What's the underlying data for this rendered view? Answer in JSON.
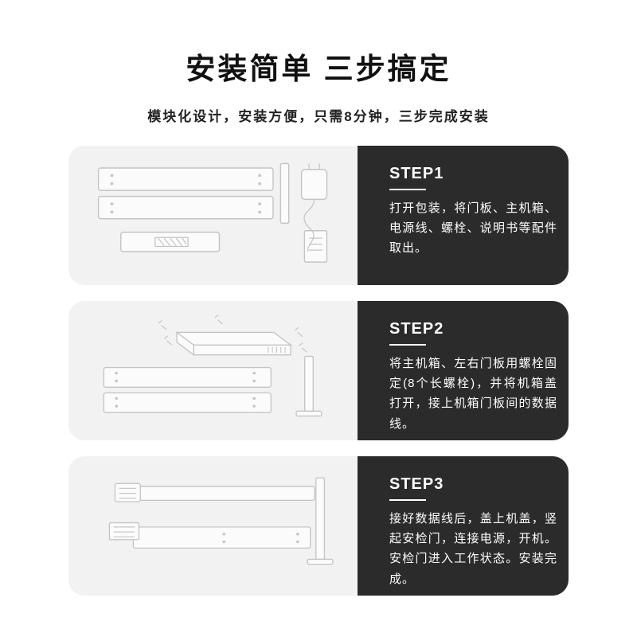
{
  "page": {
    "title": "安装简单 三步搞定",
    "subtitle": "模块化设计，安装方便，只需8分钟，三步完成安装"
  },
  "steps": [
    {
      "label": "STEP1",
      "description": "打开包装，将门板、主机箱、电源线、螺栓、说明书等配件取出。",
      "illustration": "unpacked-parts-door-panels-adapter-manual"
    },
    {
      "label": "STEP2",
      "description": "将主机箱、左右门板用螺栓固定(8个长螺栓)，并将机箱盖打开，接上机箱门板间的数据线。",
      "illustration": "fasten-main-unit-panels-with-screws"
    },
    {
      "label": "STEP3",
      "description": "接好数据线后，盖上机盖，竖起安检门，连接电源，开机。安检门进入工作状态。安装完成。",
      "illustration": "assembled-security-gate"
    }
  ],
  "colors": {
    "panel_dark": "#2b2b2b",
    "panel_light": "#f2f2f2",
    "title_text": "#111111",
    "step_text": "#ffffff",
    "line_art": "#c4c4c4"
  }
}
